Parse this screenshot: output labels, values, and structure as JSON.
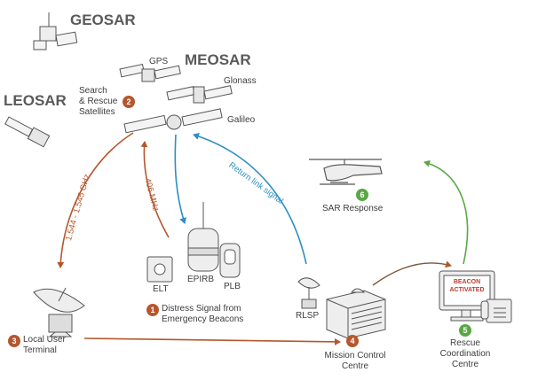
{
  "colors": {
    "orange": "#b5562d",
    "blue": "#2b8fc4",
    "green": "#5aa845",
    "gray": "#666666"
  },
  "satellites": {
    "geosar": "GEOSAR",
    "meosar": "MEOSAR",
    "leosar": "LEOSAR",
    "gps": "GPS",
    "glonass": "Glonass",
    "galileo": "Galileo",
    "sar_sat_line1": "Search",
    "sar_sat_line2": "& Rescue",
    "sar_sat_line3": "Satellites",
    "sar_sat_step": "2"
  },
  "links": {
    "downlink": "1.544 - 1.545 GHz",
    "uplink": "406 MHz",
    "return": "Return link signal"
  },
  "beacons": {
    "elt": "ELT",
    "epirb": "EPIRB",
    "plb": "PLB",
    "step": "1",
    "caption_line1": "Distress Signal from",
    "caption_line2": "Emergency Beacons"
  },
  "lut": {
    "step": "3",
    "line1": "Local User",
    "line2": "Terminal"
  },
  "rlsp": {
    "label": "RLSP"
  },
  "mcc": {
    "step": "4",
    "line1": "Mission Control",
    "line2": "Centre"
  },
  "rcc": {
    "step": "5",
    "line1": "Rescue",
    "line2": "Coordination",
    "line3": "Centre",
    "screen1": "BEACON",
    "screen2": "ACTIVATED"
  },
  "sar": {
    "step": "6",
    "label": "SAR Response"
  }
}
